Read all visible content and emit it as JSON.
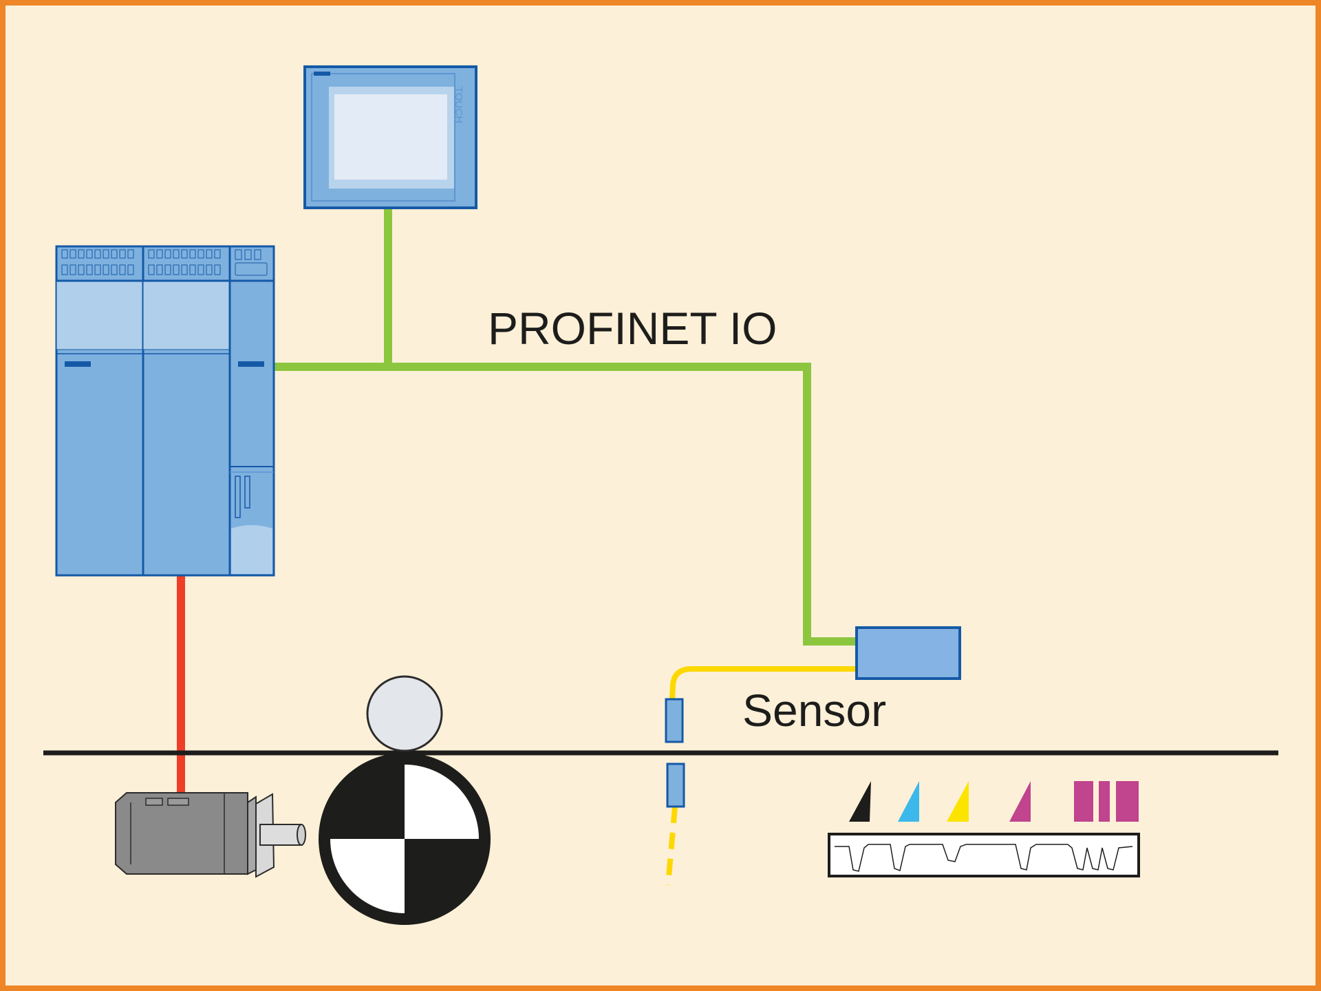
{
  "labels": {
    "network": "PROFINET IO",
    "sensor": "Sensor",
    "hmi_touch": "TOUCH"
  },
  "colors": {
    "background": "#fdf0d8",
    "frame": "#ee8526",
    "device_fill": "#7fb1df",
    "device_light": "#b0cfeb",
    "device_stroke": "#1559a6",
    "profinet_cable": "#8cc63f",
    "drive_cable": "#ef3e27",
    "sensor_cable": "#fdd800",
    "motor": "#8a8a8a",
    "web_line": "#1d1d1b"
  },
  "print_marks": [
    {
      "name": "black",
      "color": "#1d1d1b"
    },
    {
      "name": "cyan",
      "color": "#3cb8ea"
    },
    {
      "name": "yellow",
      "color": "#fde400"
    },
    {
      "name": "magenta",
      "color": "#c0448e"
    }
  ],
  "icons": [
    "controller-icon",
    "hmi-panel-icon",
    "sensor-module-icon",
    "servo-motor-icon",
    "roller-icon",
    "sensor-head-icon"
  ]
}
